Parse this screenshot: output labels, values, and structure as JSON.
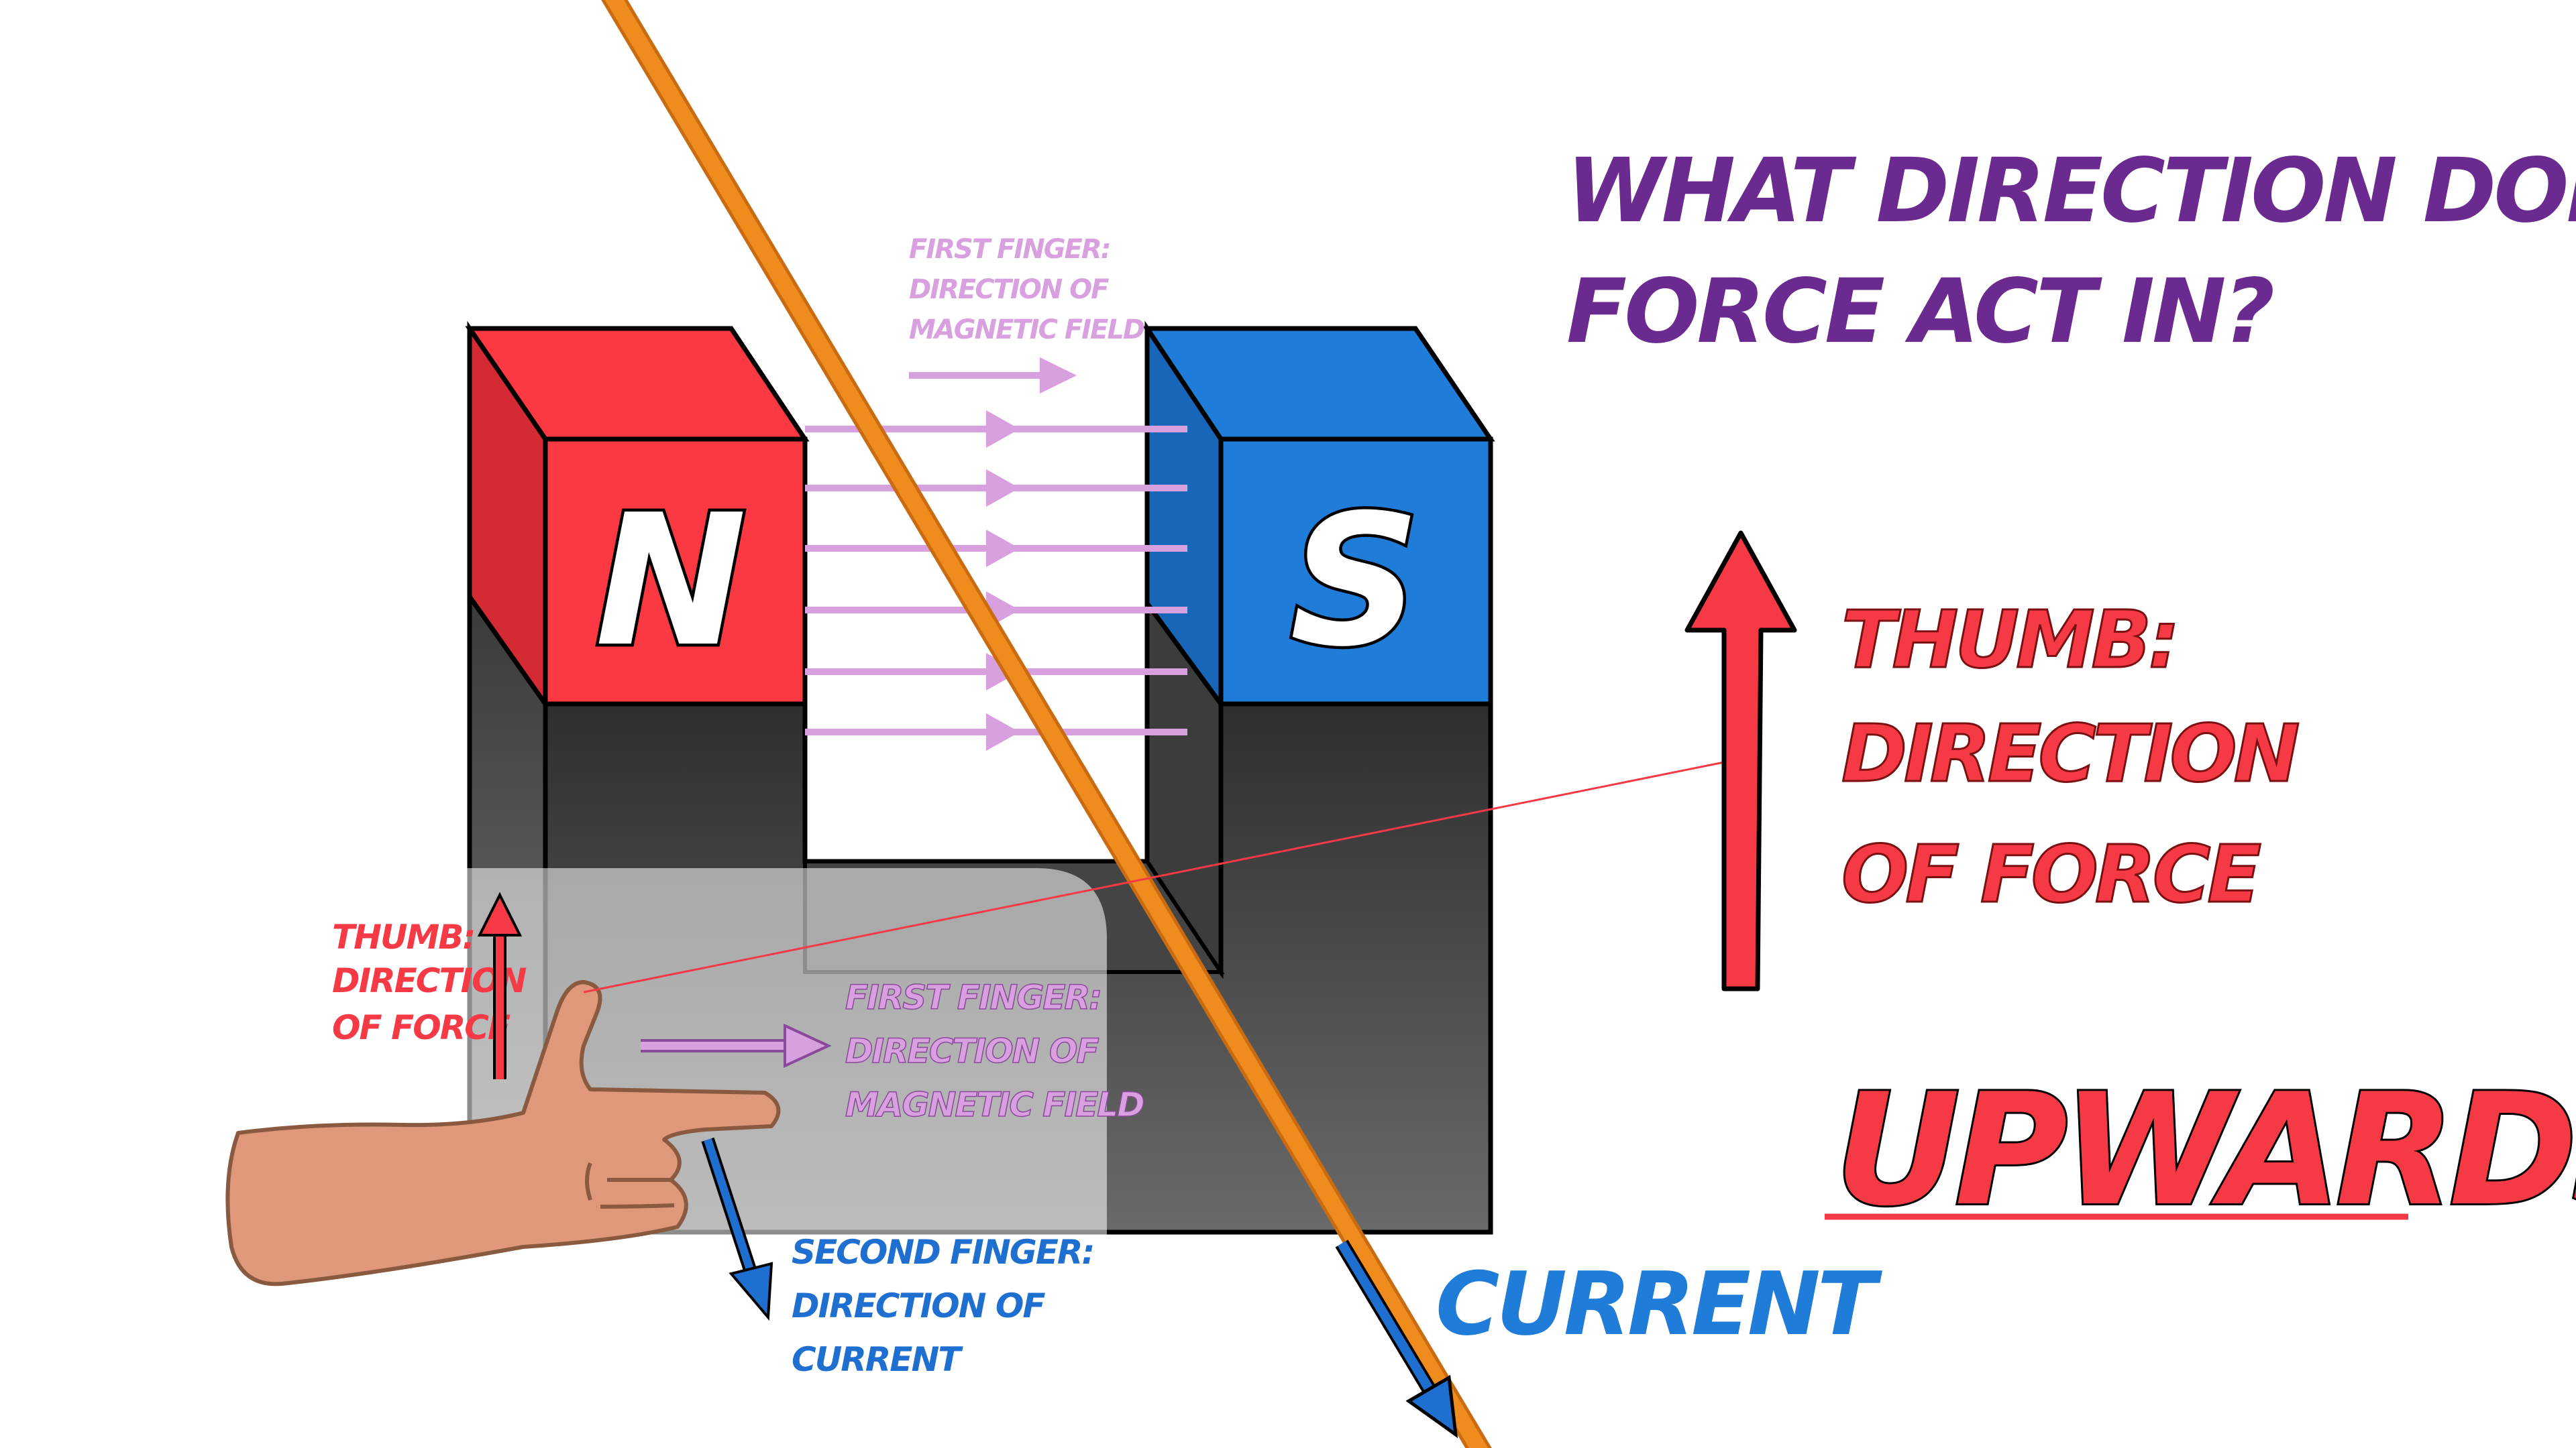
{
  "question": {
    "line1": "WHAT DIRECTION DOES THE",
    "line2": "FORCE ACT IN?"
  },
  "magnet": {
    "north_label": "N",
    "south_label": "S"
  },
  "field_label": {
    "line1": "FIRST FINGER:",
    "line2": "DIRECTION OF",
    "line3": "MAGNETIC FIELD"
  },
  "hand_labels": {
    "thumb": {
      "line1": "THUMB:",
      "line2": "DIRECTION",
      "line3": "OF FORCE"
    },
    "first_finger": {
      "line1": "FIRST FINGER:",
      "line2": "DIRECTION OF",
      "line3": "MAGNETIC FIELD"
    },
    "second_finger": {
      "line1": "SECOND FINGER:",
      "line2": "DIRECTION OF",
      "line3": "CURRENT"
    }
  },
  "force_label": {
    "line1": "THUMB:",
    "line2": "DIRECTION",
    "line3": "OF FORCE"
  },
  "current_label": "CURRENT",
  "answer": "UPWARDS",
  "colors": {
    "question_purple": "#6a2a8f",
    "force_red": "#f53a46",
    "north_red": "#fc3842",
    "south_blue": "#1f7cd8",
    "field_pink": "#d9a0e0",
    "wire_orange": "#f08c1e",
    "current_blue": "#1f6fd0",
    "magnet_gray": "#4a4a4a",
    "skin": "#e0987a"
  }
}
